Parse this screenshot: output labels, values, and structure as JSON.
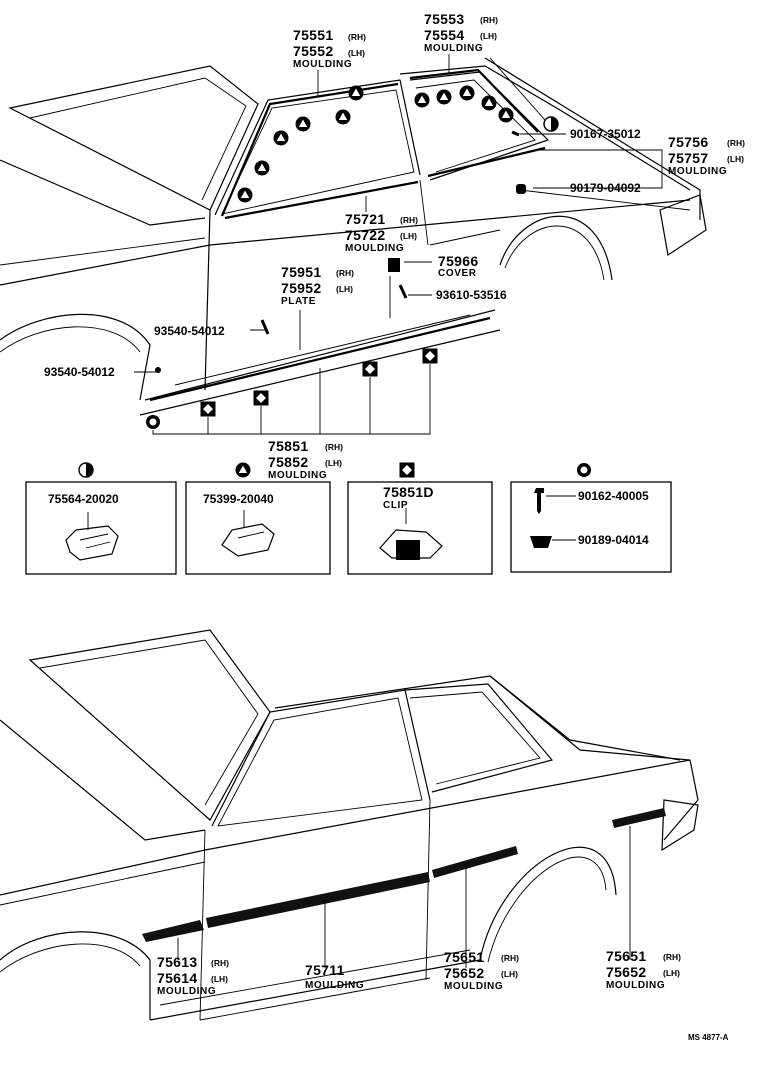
{
  "top_callouts": {
    "m75551": {
      "n1": "75551",
      "s1": "(RH)",
      "n2": "75552",
      "s2": "(LH)",
      "w": "MOULDING"
    },
    "m75553": {
      "n1": "75553",
      "s1": "(RH)",
      "n2": "75554",
      "s2": "(LH)",
      "w": "MOULDING"
    },
    "p90167": "90167-35012",
    "m75756": {
      "n1": "75756",
      "s1": "(RH)",
      "n2": "75757",
      "s2": "(LH)",
      "w": "MOULDING"
    },
    "p90179": "90179-04092",
    "m75721": {
      "n1": "75721",
      "s1": "(RH)",
      "n2": "75722",
      "s2": "(LH)",
      "w": "MOULDING"
    },
    "m75966": {
      "n1": "75966",
      "w": "COVER"
    },
    "m75951": {
      "n1": "75951",
      "s1": "(RH)",
      "n2": "75952",
      "s2": "(LH)",
      "w": "PLATE"
    },
    "p93610": "93610-53516",
    "p93540a": "93540-54012",
    "p93540b": "93540-54012",
    "m75851": {
      "n1": "75851",
      "s1": "(RH)",
      "n2": "75852",
      "s2": "(LH)",
      "w": "MOULDING"
    }
  },
  "boxes": {
    "b1": {
      "part": "75564-20020"
    },
    "b2": {
      "part": "75399-20040"
    },
    "b3": {
      "part": "75851D",
      "w": "CLIP"
    },
    "b4": {
      "p1": "90162-40005",
      "p2": "90189-04014"
    }
  },
  "bottom_callouts": {
    "m75613": {
      "n1": "75613",
      "s1": "(RH)",
      "n2": "75614",
      "s2": "(LH)",
      "w": "MOULDING"
    },
    "m75711": {
      "n1": "75711",
      "w": "MOULDING"
    },
    "m75651a": {
      "n1": "75651",
      "s1": "(RH)",
      "n2": "75652",
      "s2": "(LH)",
      "w": "MOULDING"
    },
    "m75651b": {
      "n1": "75651",
      "s1": "(RH)",
      "n2": "75652",
      "s2": "(LH)",
      "w": "MOULDING"
    }
  },
  "ref_code": "MS 4877-A"
}
